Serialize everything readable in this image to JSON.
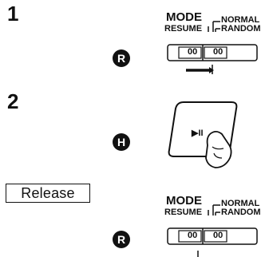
{
  "steps": [
    {
      "number": "1",
      "badge": "R",
      "switch": {
        "mode_label": "MODE",
        "resume_label": "RESUME",
        "normal_label": "NORMAL",
        "random_label": "RANDOM",
        "display_left": "00",
        "display_right": "00"
      }
    },
    {
      "number": "2",
      "badge": "H",
      "button": {
        "icon": "play-pause-icon",
        "label": "▶II"
      }
    },
    {
      "release_label": "Release",
      "badge": "R",
      "switch": {
        "mode_label": "MODE",
        "resume_label": "RESUME",
        "normal_label": "NORMAL",
        "random_label": "RANDOM",
        "display_left": "00",
        "display_right": "00"
      }
    }
  ]
}
